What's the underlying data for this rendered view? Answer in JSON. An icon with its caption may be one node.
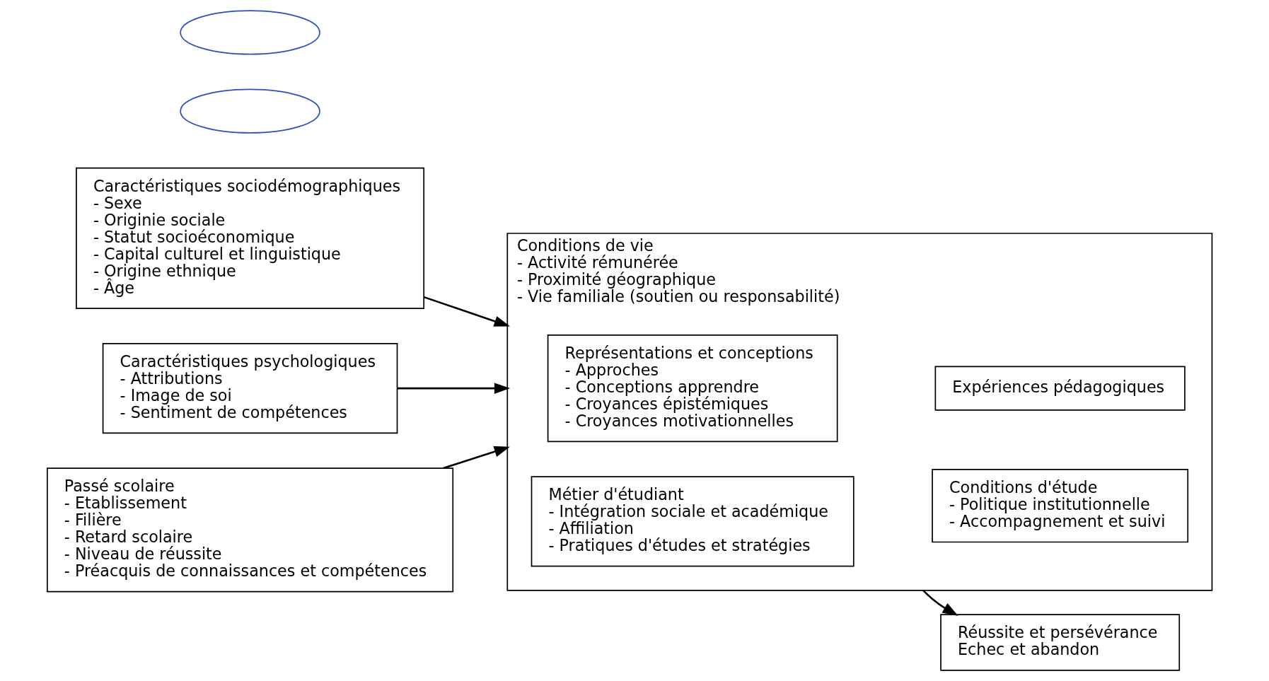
{
  "diagram": {
    "nodes": [
      {
        "text": [
          "Caractéristiques sociodémographiques",
          "- Sexe",
          "- Originie sociale",
          "- Statut socioéconomique",
          "- Capital culturel et linguistique",
          "- Origine ethnique",
          "- Âge"
        ]
      },
      {
        "text": [
          "Caractéristiques psychologiques",
          "- Attributions",
          "- Image de soi",
          "- Sentiment de compétences"
        ]
      },
      {
        "text": [
          "Passé scolaire",
          "- Etablissement",
          "- Filière",
          "- Retard scolaire",
          "- Niveau de réussite",
          "- Préacquis de connaissances et compétences"
        ]
      },
      {
        "text": [
          "Conditions de vie",
          "- Activité rémunérée",
          "- Proximité géographique",
          "- Vie familiale (soutien ou responsabilité)"
        ]
      },
      {
        "text": [
          "Représentations et conceptions",
          "- Approches",
          "- Conceptions apprendre",
          "- Croyances épistémiques",
          "- Croyances motivationnelles"
        ],
        "in": 3
      },
      {
        "text": [
          "Métier d'étudiant",
          "- Intégration sociale et académique",
          "- Affiliation",
          "- Pratiques d'études et stratégies"
        ],
        "in": 3
      },
      {
        "text": [
          "Expériences pédagogiques"
        ],
        "in": 3
      },
      {
        "text": [
          "Conditions d'étude",
          "- Politique institutionnelle",
          "- Accompagnement et suivi"
        ],
        "in": 3
      },
      {
        "text": [
          "Réussite et persévérance",
          "Echec et abandon"
        ]
      },
      {
        "text": [],
        "shape": "ellipse"
      },
      {
        "text": [],
        "shape": "ellipse"
      }
    ],
    "edges": [
      {
        "from": 0,
        "to": 3,
        "arrow": "to"
      },
      {
        "from": 1,
        "to": 3,
        "arrow": "to"
      },
      {
        "from": 2,
        "to": 3,
        "arrow": "to"
      },
      {
        "from": 3,
        "to": 8,
        "arrow": "to"
      }
    ]
  }
}
